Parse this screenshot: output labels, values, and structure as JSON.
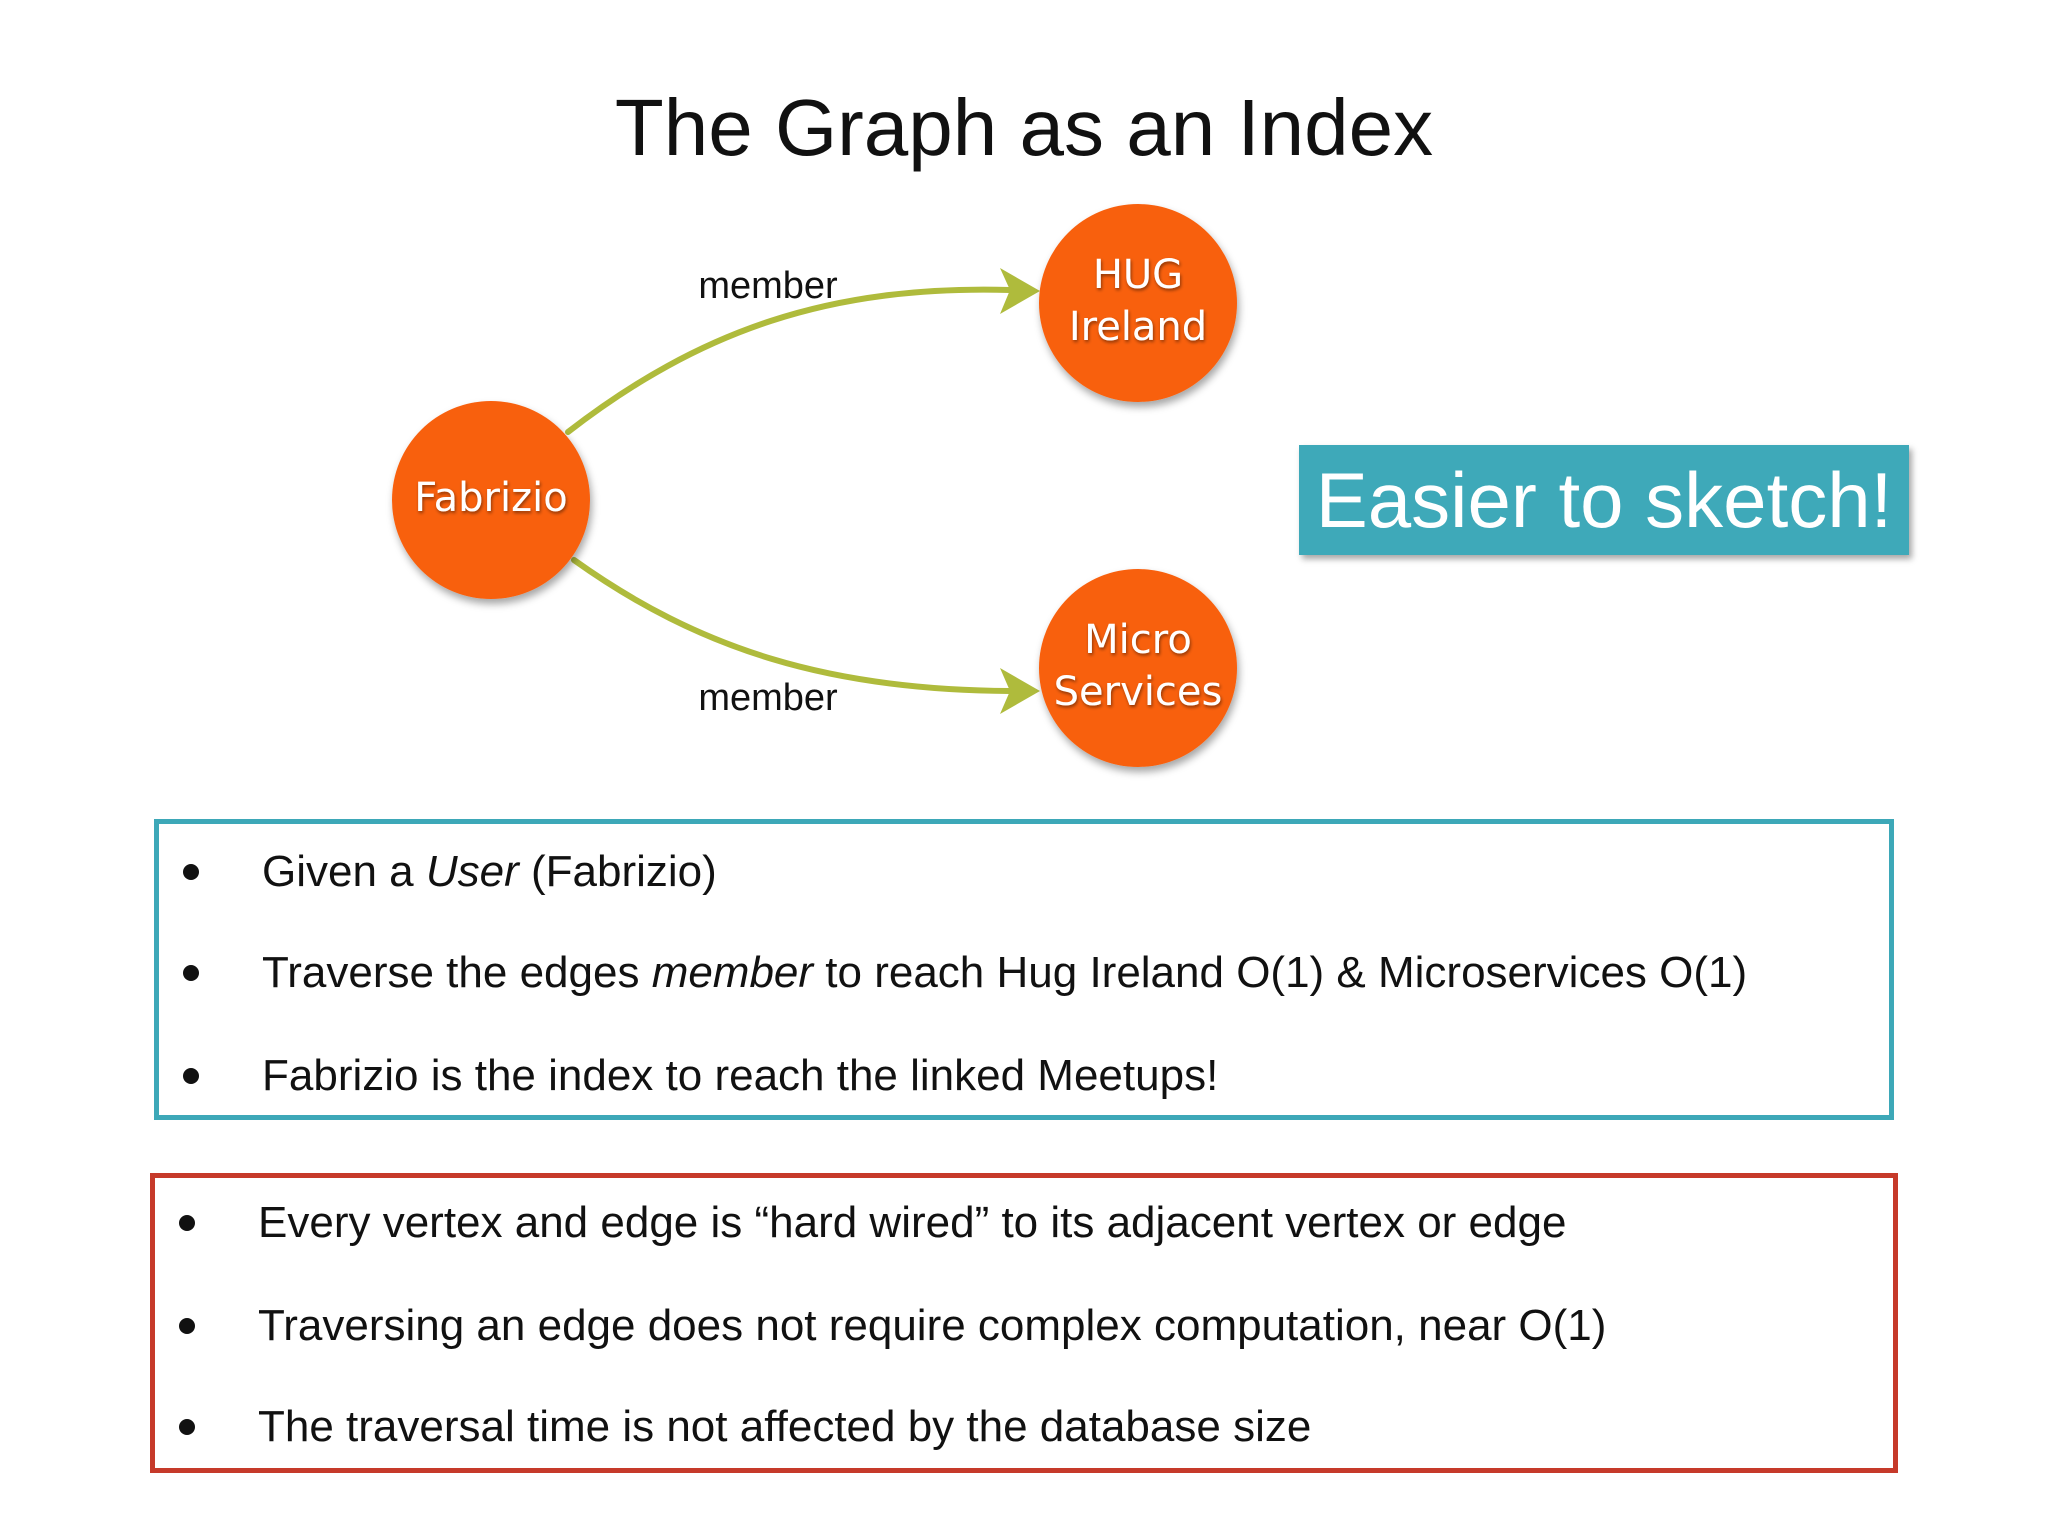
{
  "title": "The Graph as an Index",
  "graph": {
    "nodes": {
      "fabrizio": "Fabrizio",
      "hug_line1": "HUG",
      "hug_line2": "Ireland",
      "micro_line1": "Micro",
      "micro_line2": "Services"
    },
    "edges": {
      "top_label": "member",
      "bottom_label": "member"
    },
    "colors": {
      "node_fill": "#f8600e",
      "edge_stroke": "#afbb3c",
      "callout_bg": "#3ea9b9",
      "blue_box_border": "#3da8b8",
      "red_box_border": "#c63a2a"
    }
  },
  "callout": "Easier to sketch!",
  "blue_box": {
    "bullets": [
      {
        "pre": "Given a ",
        "em": "User",
        "post": " (Fabrizio)"
      },
      {
        "pre": "Traverse the edges ",
        "em": "member",
        "post": " to reach Hug Ireland O(1) & Microservices O(1)"
      },
      {
        "pre": "Fabrizio is the index to reach the linked Meetups!",
        "em": "",
        "post": ""
      }
    ]
  },
  "red_box": {
    "bullets": [
      "Every vertex and edge is “hard wired” to its adjacent vertex or edge",
      "Traversing an edge does not require complex computation, near O(1)",
      "The traversal time is not affected by the database size"
    ]
  }
}
